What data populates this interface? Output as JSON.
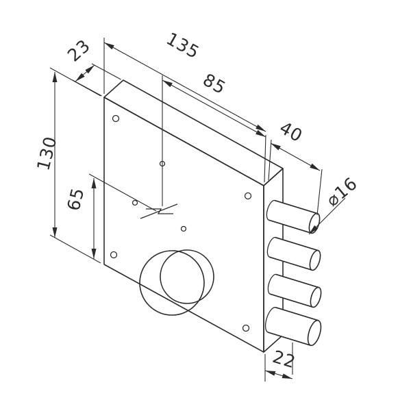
{
  "drawing": {
    "subject": "rim-lock body isometric technical drawing with four deadbolt pins and round knob",
    "line_color": "#2b2b2b",
    "background_color": "#ffffff"
  },
  "dimensions": {
    "overall_width": "135",
    "top_depth": "23",
    "keyhole_center_width": "85",
    "bolt_length": "40",
    "overall_height": "130",
    "keyhole_center_height": "65",
    "bolt_diameter": "⌀16",
    "bolt_offset_depth": "22"
  }
}
